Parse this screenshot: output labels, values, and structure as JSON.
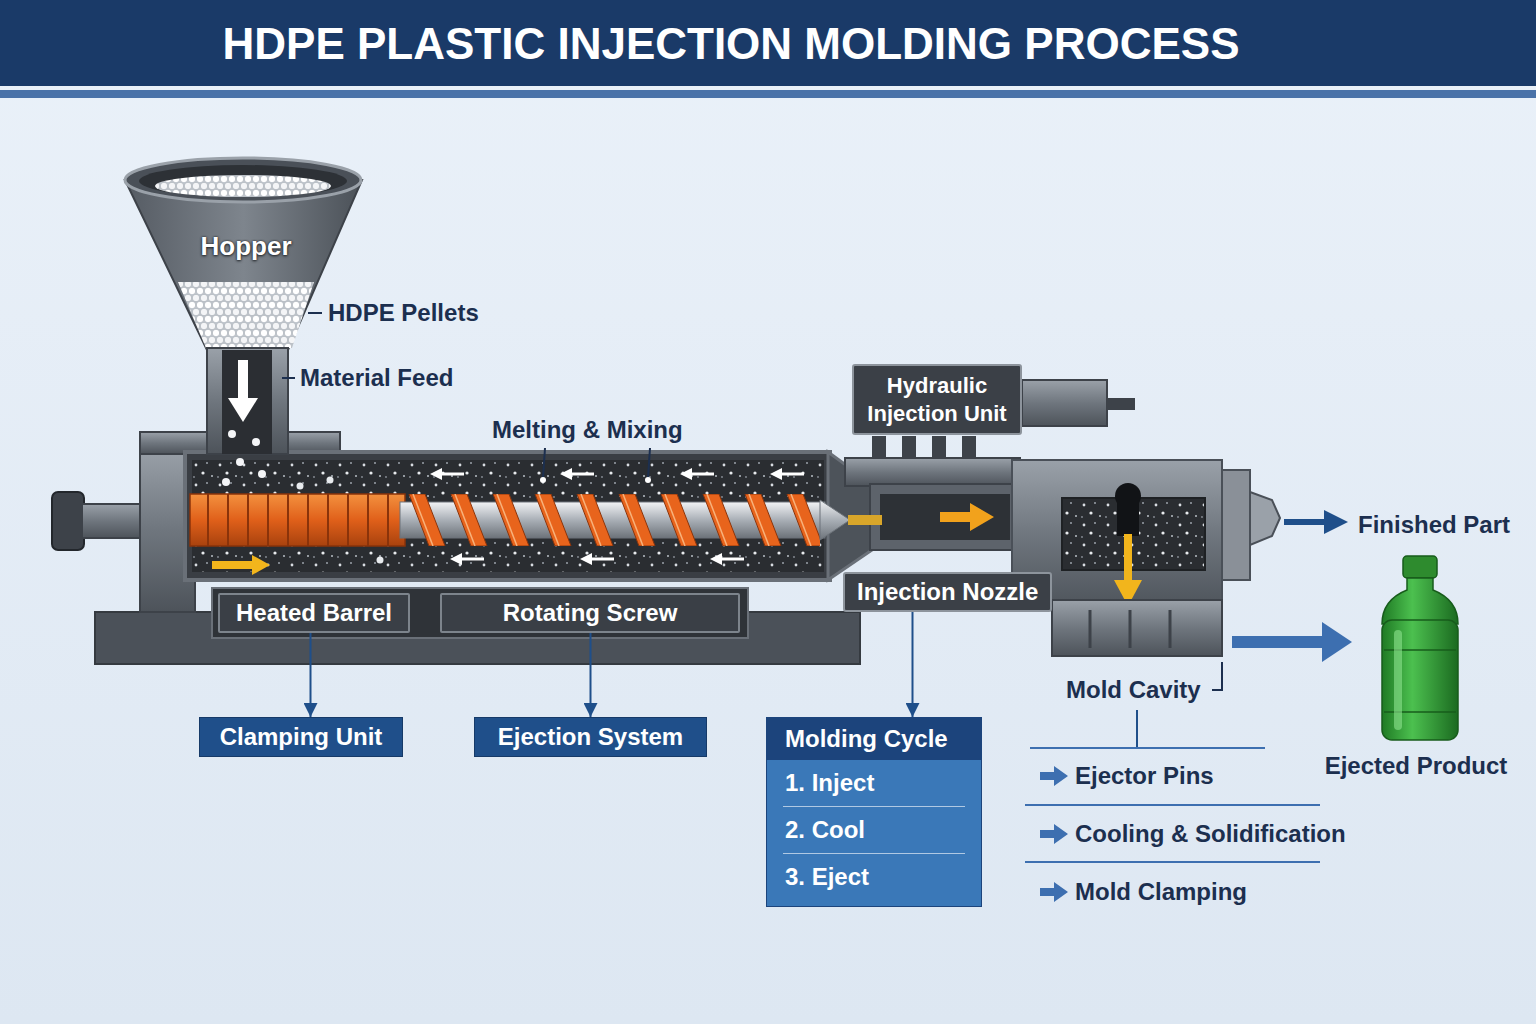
{
  "diagram": {
    "title": "HDPE PLASTIC INJECTION MOLDING PROCESS",
    "nodes": [
      {
        "text": [
          "Hydraulic Injection Unit"
        ]
      },
      {
        "text": [
          "Injection Nozzle"
        ]
      },
      {
        "text": [
          "Heated Barrel"
        ]
      },
      {
        "text": [
          "Rotating Screw"
        ]
      },
      {
        "text": [
          "Clamping Unit"
        ]
      },
      {
        "text": [
          "Ejection System"
        ]
      },
      {
        "text": [
          "Molding Cycle",
          "1. Inject",
          "2. Cool",
          "3. Eject"
        ]
      }
    ],
    "edges": [
      {
        "from": 2,
        "to": 4,
        "arrow": "to"
      },
      {
        "from": 3,
        "to": 5,
        "arrow": "to"
      },
      {
        "from": 1,
        "to": 6,
        "arrow": "to"
      }
    ],
    "labels": [
      "Hopper",
      "HDPE Pellets",
      "Material Feed",
      "Melting & Mixing",
      "Finished Part",
      "Mold Cavity",
      "Ejector Pins",
      "Cooling & Solidification",
      "Mold Clamping",
      "Ejected Product"
    ]
  }
}
